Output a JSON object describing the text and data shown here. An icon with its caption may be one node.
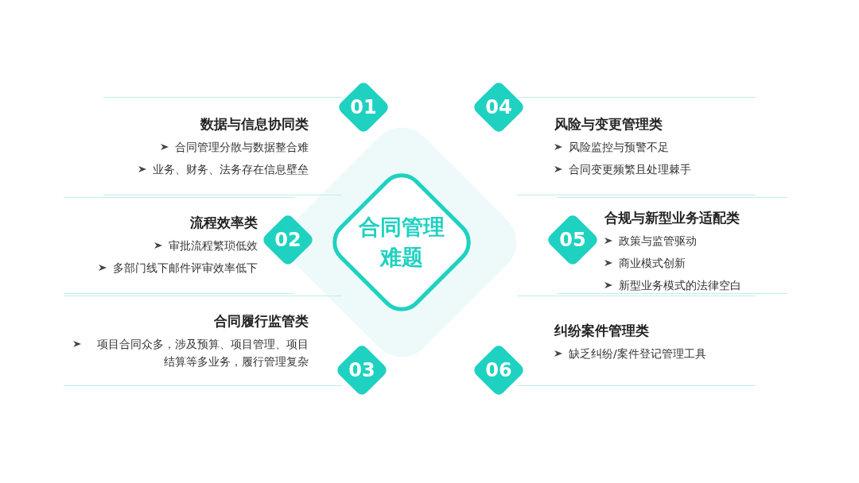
{
  "diagram": {
    "nodes": [
      {
        "text": [
          "合同管理难题"
        ]
      },
      {
        "text": [
          "01"
        ]
      },
      {
        "text": [
          "数据与信息协同类",
          "合同管理分散与数据整合难",
          "业务、财务、法务存在信息壁垒"
        ]
      },
      {
        "text": [
          "02"
        ]
      },
      {
        "text": [
          "流程效率类",
          "审批流程繁琐低效",
          "多部门线下邮件评审效率低下"
        ]
      },
      {
        "text": [
          "03"
        ]
      },
      {
        "text": [
          "合同履行监管类",
          "项目合同众多，涉及预算、项目管理、项目结算等多业务，履行管理复杂"
        ]
      },
      {
        "text": [
          "04"
        ]
      },
      {
        "text": [
          "风险与变更管理类",
          "风险监控与预警不足",
          "合同变更频繁且处理棘手"
        ]
      },
      {
        "text": [
          "05"
        ]
      },
      {
        "text": [
          "合规与新型业务适配类",
          "政策与监管驱动",
          "商业模式创新",
          "新型业务模式的法律空白"
        ]
      },
      {
        "text": [
          "06"
        ]
      },
      {
        "text": [
          "纠纷案件管理类",
          "缺乏纠纷/案件登记管理工具"
        ]
      }
    ],
    "edges": []
  }
}
